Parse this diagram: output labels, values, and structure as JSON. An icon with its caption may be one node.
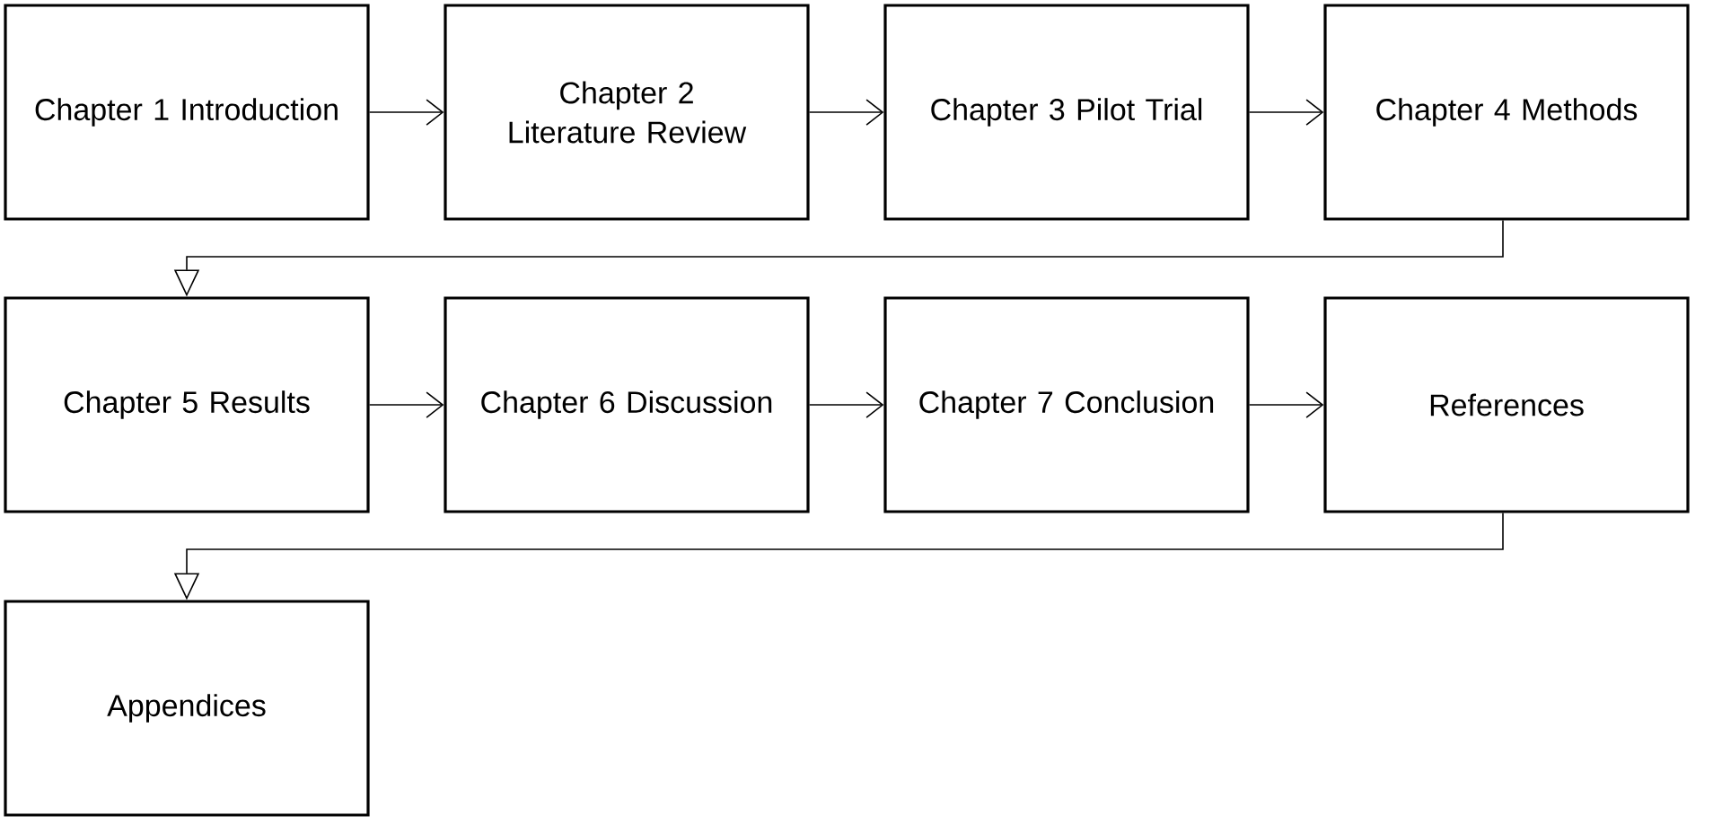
{
  "diagram": {
    "nodes": [
      {
        "text": [
          "Chapter 1 Introduction"
        ]
      },
      {
        "text": [
          "Chapter 2 Literature Review"
        ]
      },
      {
        "text": [
          "Chapter 3 Pilot Trial"
        ]
      },
      {
        "text": [
          "Chapter 4 Methods"
        ]
      },
      {
        "text": [
          "Chapter 5 Results"
        ]
      },
      {
        "text": [
          "Chapter 6 Discussion"
        ]
      },
      {
        "text": [
          "Chapter 7 Conclusion"
        ]
      },
      {
        "text": [
          "References"
        ]
      },
      {
        "text": [
          "Appendices"
        ]
      }
    ],
    "edges": [
      {
        "from": 0,
        "to": 1,
        "arrow": "to"
      },
      {
        "from": 1,
        "to": 2,
        "arrow": "to"
      },
      {
        "from": 2,
        "to": 3,
        "arrow": "to"
      },
      {
        "from": 3,
        "to": 4,
        "arrow": "to"
      },
      {
        "from": 4,
        "to": 5,
        "arrow": "to"
      },
      {
        "from": 5,
        "to": 6,
        "arrow": "to"
      },
      {
        "from": 6,
        "to": 7,
        "arrow": "to"
      },
      {
        "from": 7,
        "to": 8,
        "arrow": "to"
      }
    ]
  }
}
